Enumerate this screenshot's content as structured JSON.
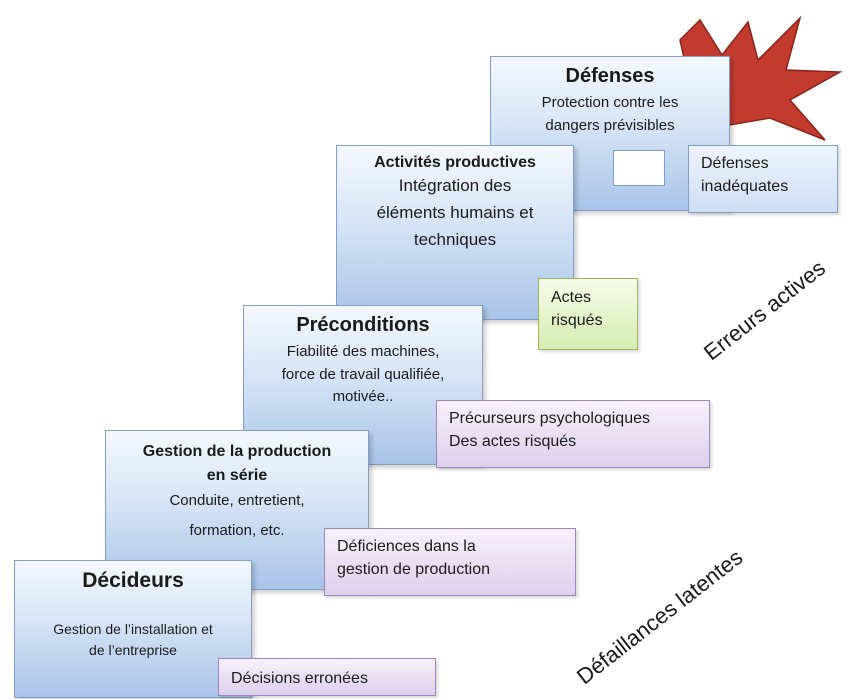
{
  "layers": {
    "defenses": {
      "title": "Défenses",
      "line1": "Protection contre les",
      "line2": "dangers prévisibles"
    },
    "productive": {
      "title": "Activités productives",
      "line1": "Intégration des",
      "line2": "éléments humains  et",
      "line3": "techniques"
    },
    "preconditions": {
      "title": "Préconditions",
      "line1": "Fiabilité des machines,",
      "line2": "force de travail qualifiée,",
      "line3": "motivée.."
    },
    "production": {
      "title1": "Gestion de la production",
      "title2": "en série",
      "line1": "Conduite, entretient,",
      "line2": "formation, etc."
    },
    "decision": {
      "title": "Décideurs",
      "line1": "Gestion de l’installation et",
      "line2": "de l’entreprise"
    }
  },
  "notes": {
    "defenses": {
      "line1": "Défenses",
      "line2": "inadéquates"
    },
    "unsafe_acts": {
      "line1": "Actes",
      "line2": "risqués"
    },
    "psych": {
      "line1": "Précurseurs psychologiques",
      "line2": "Des actes risqués"
    },
    "deficiencies": {
      "line1": "Déficiences dans la",
      "line2": "gestion de production"
    },
    "decisions": {
      "line1": "Décisions erronées"
    }
  },
  "labels": {
    "active": "Erreurs actives",
    "latent": "Défaillances latentes"
  },
  "colors": {
    "step": "#a9c4e8",
    "starburst": "#c0392b",
    "purple_note": "#ddd0ec",
    "green_note": "#d6ecb0"
  }
}
